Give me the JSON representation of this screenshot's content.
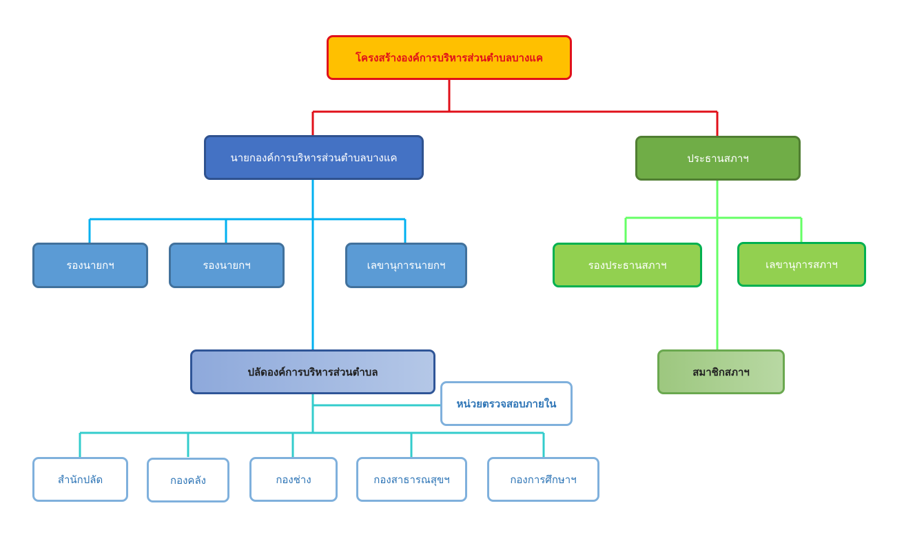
{
  "chart_title": "โครงสร้างองค์การบริหารส่วนตำบลบางแค",
  "mayor": "นายกองค์การบริหารส่วนตำบลบางแค",
  "council_chair": "ประธานสภาฯ",
  "mayor_deputies": [
    "รองนายกฯ",
    "รองนายกฯ"
  ],
  "mayor_secretary": "เลขานุการนายกฯ",
  "council_deputy": "รองประธานสภาฯ",
  "council_secretary": "เลขานุการสภาฯ",
  "council_member": "สมาชิกสภาฯ",
  "chief_administrator": "ปลัดองค์การบริหารส่วนตำบล",
  "internal_audit": "หน่วยตรวจสอบภายใน",
  "divisions": [
    "สำนักปลัด",
    "กองคลัง",
    "กองช่าง",
    "กองสาธารณสุขฯ",
    "กองการศึกษาฯ"
  ],
  "colors": {
    "root_fill": "#ffc000",
    "root_border": "#e0101a",
    "executive_branch": "#4472c4",
    "council_branch": "#70ad47",
    "connector_executive": "#00b0f0",
    "connector_council": "#66ff66",
    "connector_divisions": "#33cccc"
  }
}
